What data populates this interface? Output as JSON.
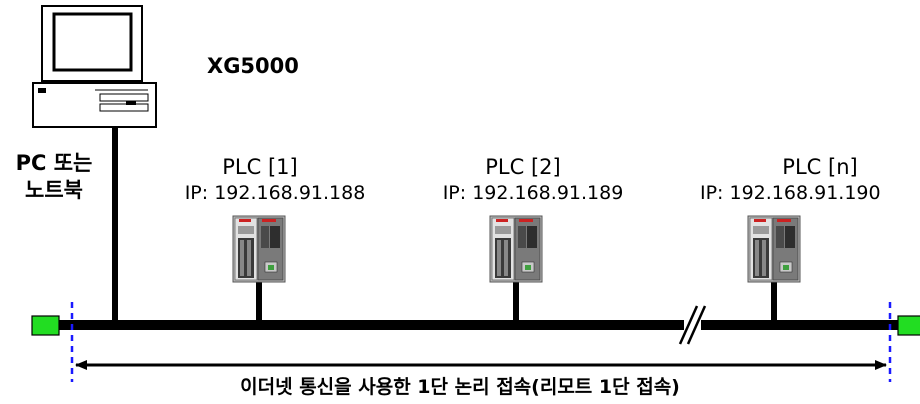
{
  "software": {
    "name": "XG5000"
  },
  "pc": {
    "label_line1": "PC 또는",
    "label_line2": "노트북"
  },
  "plcs": [
    {
      "name": "PLC [1]",
      "ip": "IP: 192.168.91.188"
    },
    {
      "name": "PLC [2]",
      "ip": "IP: 192.168.91.189"
    },
    {
      "name": "PLC [n]",
      "ip": "IP: 192.168.91.190"
    }
  ],
  "caption": "이더넷 통신을 사용한 1단 논리 접속(리모트 1단 접속)",
  "colors": {
    "terminator": "#22dd22",
    "boundary_line": "#1a1aff",
    "bus": "#000000",
    "plc_body": "#d0d0d0",
    "plc_accent": "#cc2222"
  }
}
